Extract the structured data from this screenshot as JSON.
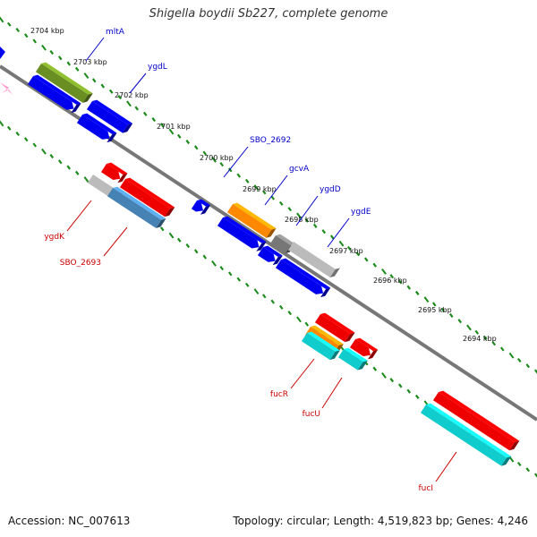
{
  "title": "Shigella boydii Sb227, complete genome",
  "footer": {
    "accession": "Accession: NC_007613",
    "topology": "Topology: circular; Length: 4,519,823 bp; Genes: 4,246"
  },
  "ticks": [
    "2704 kbp",
    "2703 kbp",
    "2702 kbp",
    "2701 kbp",
    "2700 kbp",
    "2699 kbp",
    "2698 kbp",
    "2697 kbp",
    "2696 kbp",
    "2695 kbp",
    "2694 kbp"
  ],
  "gene_labels_forward": [
    "mltA",
    "ygdL",
    "SBO_2692",
    "gcvA",
    "ygdD",
    "ygdE"
  ],
  "gene_labels_reverse": [
    "ygdK",
    "SBO_2693",
    "fucR",
    "fucU",
    "fucI"
  ],
  "colors": {
    "forward_label": "#0000cc",
    "reverse_label": "#cc0000",
    "backbone": "#777777",
    "tick_marks": "#1a8a1a",
    "red": "#ee0000",
    "blue": "#0000ee",
    "cyan": "#11cccc",
    "olive": "#6b8e23",
    "orange": "#ff8800",
    "gray": "#bbbbbb",
    "steel": "#4682b4"
  }
}
